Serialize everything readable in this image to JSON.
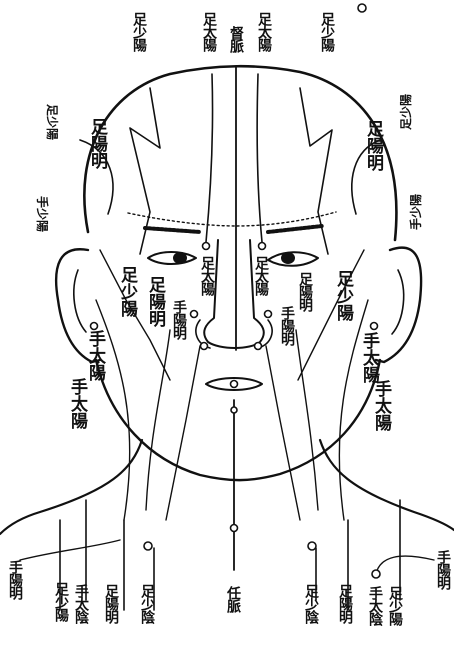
{
  "labels": {
    "top_left_shaoyang": "足少陽",
    "top_left_taiyang": "足太陽",
    "top_dumai": "督脈",
    "top_right_taiyang": "足太陽",
    "top_right_shaoyang": "足少陽",
    "left_side_shaoyang": "足少陽",
    "left_temple_yangming": "足陽明",
    "left_side_shouShaoyang": "手少陽",
    "right_side_shaoyang": "足少陽",
    "right_temple_yangming": "足陽明",
    "right_side_shouShaoyang": "手少陽",
    "nose_left_taiyang": "足太陽",
    "nose_right_taiyang": "足太陽",
    "cheek_left_shaoyang": "足少陽",
    "cheek_left_yangming": "足陽明",
    "cheek_left_shouYangming": "手陽明",
    "cheek_right_yangming": "足陽明",
    "cheek_right_shaoyang": "足少陽",
    "cheek_right_shouYangming": "手陽明",
    "ear_left_shouTaiyang": "手太陽",
    "ear_right_shouTaiyang": "手太陽",
    "jaw_left_shouTaiyang": "手太陽",
    "jaw_right_shouTaiyang": "手太陽",
    "bottom_left_shouYangming": "手陽明",
    "bottom_left_shaoyang": "足少陽",
    "bottom_left_shouTaiyin": "手太陰",
    "bottom_left_yangming": "足陽明",
    "bottom_left_shaoyin": "足少陰",
    "bottom_renmai": "任脈",
    "bottom_right_shaoyin": "足少陰",
    "bottom_right_yangming": "足陽明",
    "bottom_right_shouTaiyin": "手太陰",
    "bottom_right_shaoyang": "足少陽",
    "bottom_right_shouYangming": "手陽明"
  },
  "colors": {
    "ink": "#111111",
    "paper": "#ffffff"
  }
}
